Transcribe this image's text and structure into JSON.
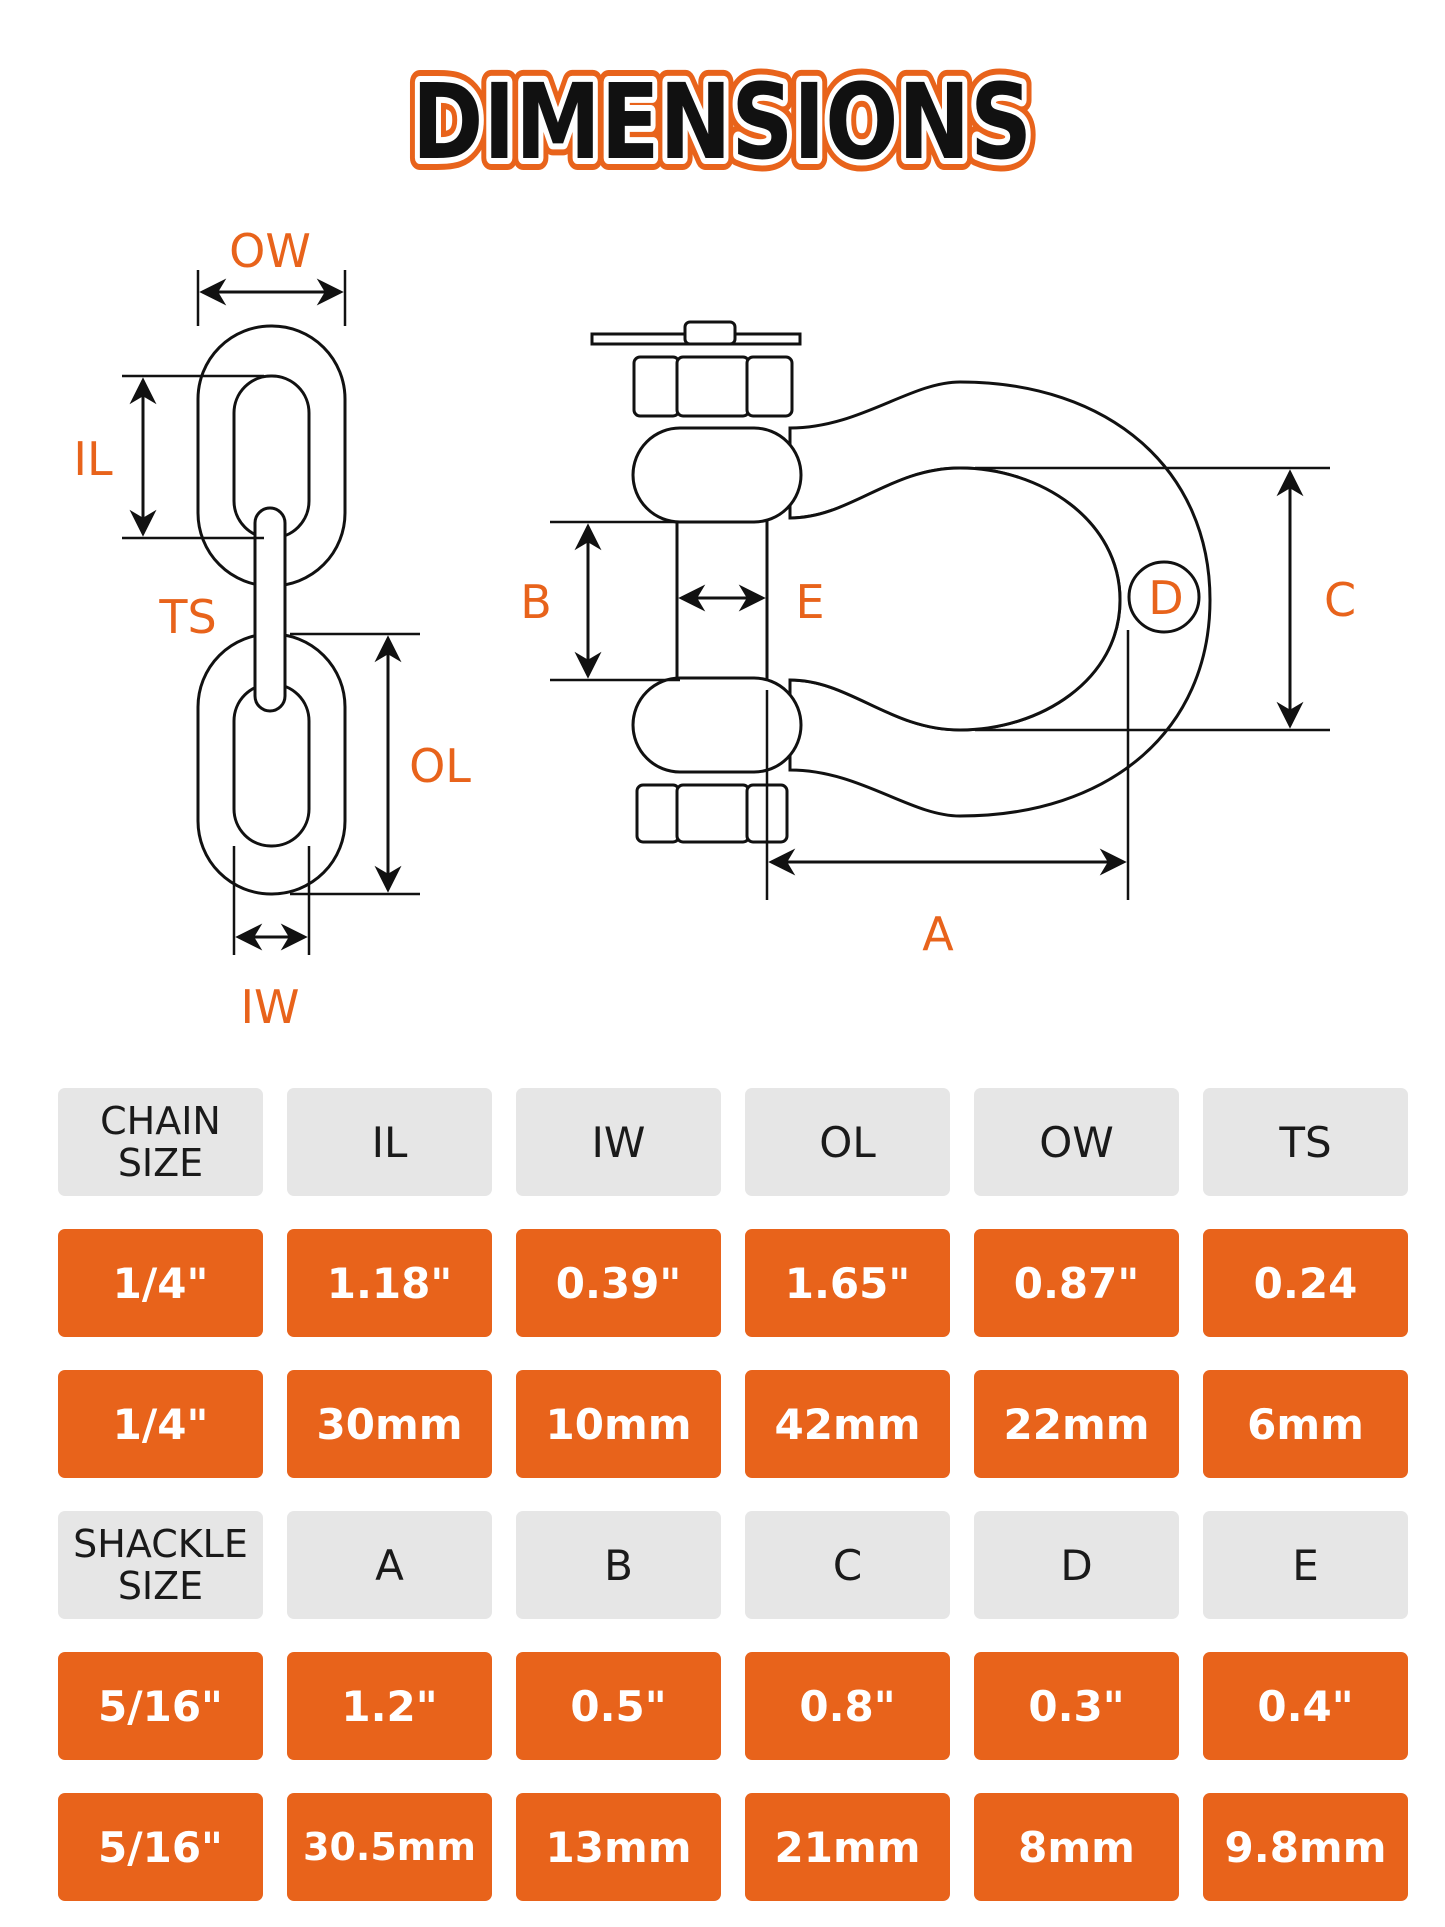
{
  "title": "DIMENSIONS",
  "colors": {
    "accent": "#e8631b",
    "header_bg": "#e6e6e6",
    "line": "#111111"
  },
  "chain_diagram": {
    "labels": {
      "ow": "OW",
      "il": "IL",
      "ts": "TS",
      "ol": "OL",
      "iw": "IW"
    }
  },
  "shackle_diagram": {
    "labels": {
      "b": "B",
      "e": "E",
      "d": "D",
      "c": "C",
      "a": "A"
    }
  },
  "chain_table": {
    "header": {
      "size_line1": "CHAIN",
      "size_line2": "SIZE",
      "cols": [
        "IL",
        "IW",
        "OL",
        "OW",
        "TS"
      ]
    },
    "rows": [
      {
        "size": "1/4\"",
        "values": [
          "1.18\"",
          "0.39\"",
          "1.65\"",
          "0.87\"",
          "0.24"
        ]
      },
      {
        "size": "1/4\"",
        "values": [
          "30mm",
          "10mm",
          "42mm",
          "22mm",
          "6mm"
        ]
      }
    ]
  },
  "shackle_table": {
    "header": {
      "size_line1": "SHACKLE",
      "size_line2": "SIZE",
      "cols": [
        "A",
        "B",
        "C",
        "D",
        "E"
      ]
    },
    "rows": [
      {
        "size": "5/16\"",
        "values": [
          "1.2\"",
          "0.5\"",
          "0.8\"",
          "0.3\"",
          "0.4\""
        ]
      },
      {
        "size": "5/16\"",
        "values": [
          "30.5mm",
          "13mm",
          "21mm",
          "8mm",
          "9.8mm"
        ]
      }
    ]
  }
}
